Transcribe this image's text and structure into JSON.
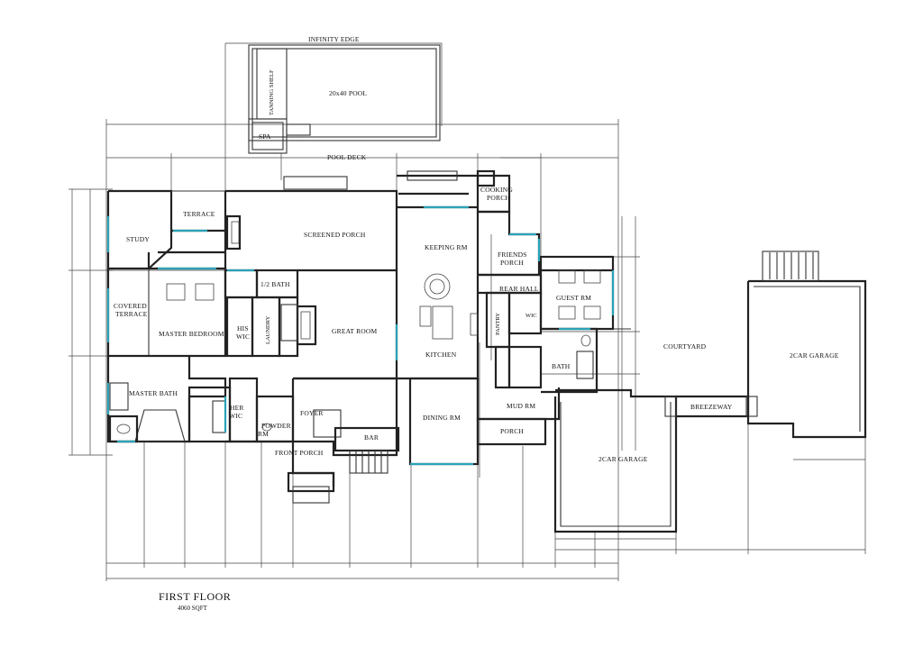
{
  "plan": {
    "title": "FIRST FLOOR",
    "subtitle": "4060 SQFT",
    "rooms": {
      "infinity_edge": "INFINITY EDGE",
      "pool": "20x40 POOL",
      "tanning_shelf": "TANNING SHELF",
      "spa": "SPA",
      "pool_deck": "POOL DECK",
      "terrace": "TERRACE",
      "study": "STUDY",
      "screened_porch": "SCREENED PORCH",
      "cooking_porch_1": "COOKING",
      "cooking_porch_2": "PORCH",
      "keeping_rm": "KEEPING RM",
      "friends_porch_1": "FRIENDS",
      "friends_porch_2": "PORCH",
      "covered_terrace_1": "COVERED",
      "covered_terrace_2": "TERRACE",
      "half_bath": "1/2 BATH",
      "master_bedroom": "MASTER BEDROOM",
      "his_wic_1": "HIS",
      "his_wic_2": "WIC",
      "laundry": "LAUNDRY",
      "great_room": "GREAT ROOM",
      "kitchen": "KITCHEN",
      "rear_hall": "REAR HALL",
      "pantry": "PANTRY",
      "wic": "WIC",
      "guest_rm": "GUEST RM",
      "courtyard": "COURTYARD",
      "two_car_garage_right": "2CAR GARAGE",
      "bath": "BATH",
      "master_bath": "MASTER BATH",
      "her_wic_1": "HER",
      "her_wic_2": "WIC",
      "powder_rm_1": "POWDER",
      "powder_rm_2": "RM",
      "foyer": "FOYER",
      "bar": "BAR",
      "dining_rm": "DINING RM",
      "mud_rm": "MUD RM",
      "breezeway": "BREEZEWAY",
      "porch": "PORCH",
      "front_porch": "FRONT PORCH",
      "two_car_garage": "2CAR GARAGE"
    }
  }
}
